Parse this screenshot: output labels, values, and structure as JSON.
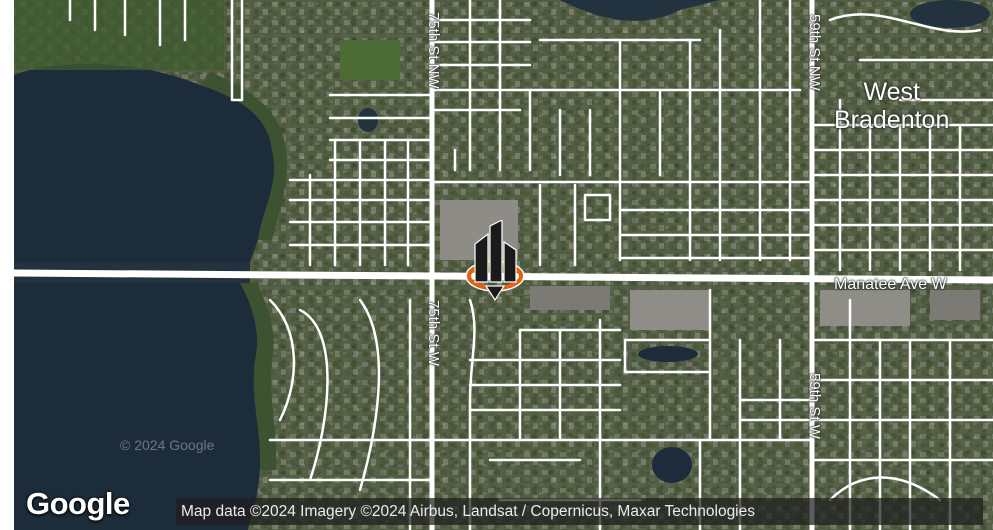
{
  "map": {
    "place_label_line1": "West",
    "place_label_line2": "Bradenton",
    "road_labels": {
      "st75_north": "75th St NW",
      "st75_south": "75th St W",
      "st59_north": "59th St NW",
      "st59_south": "59th St W",
      "manatee_ave": "Manatee Ave W"
    },
    "watermark": "© 2024 Google",
    "attribution": "Map data ©2024 Imagery ©2024 Airbus, Landsat / Copernicus, Maxar Technologies",
    "logo": "Google",
    "marker_icon": "building-pin-icon",
    "colors": {
      "water": "#1b2a38",
      "land": "#4a5a3a",
      "road": "#ffffff",
      "marker_accent": "#e8600f"
    }
  }
}
